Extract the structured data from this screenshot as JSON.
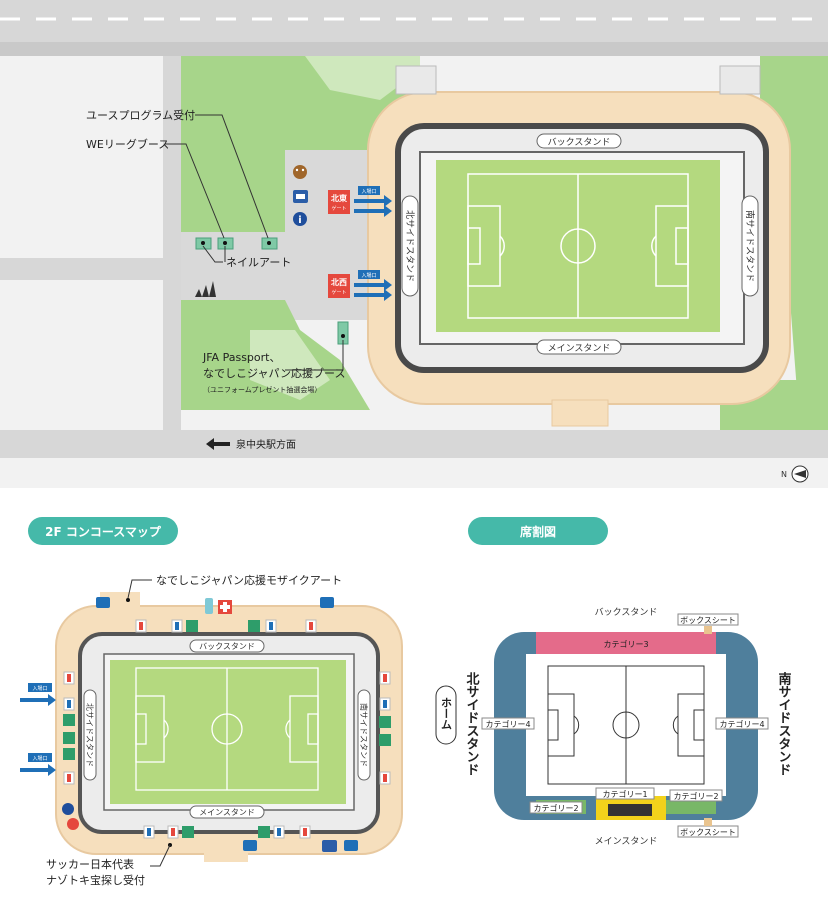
{
  "top_map": {
    "labels": {
      "youth_program": "ユースプログラム受付",
      "we_league": "WEリーグブース",
      "nail_art": "ネイルアート",
      "jfa_line1": "JFA Passport、",
      "jfa_line2": "なでしこジャパン応援ブース",
      "jfa_line3": "（ユニフォームプレゼント抽選会場）",
      "direction": "泉中央駅方面"
    },
    "stands": {
      "back": "バックスタンド",
      "main": "メインスタンド",
      "north": "北サイドスタンド",
      "south": "南サイドスタンド"
    },
    "gates": {
      "north_east": {
        "name": "北東",
        "sub": "ゲート",
        "entry": "入場口"
      },
      "north_west": {
        "name": "北西",
        "sub": "ゲート",
        "entry": "入場口"
      }
    },
    "compass": "N"
  },
  "concourse_map": {
    "title": "2F コンコースマップ",
    "mosaic_label": "なでしこジャパン応援モザイクアート",
    "entry_label": "入場口",
    "stands": {
      "back": "バックスタンド",
      "main": "メインスタンド",
      "north": "北サイドスタンド",
      "south": "南サイドスタンド"
    },
    "treasure_line1": "サッカー日本代表",
    "treasure_line2": "ナゾトキ宝探し受付"
  },
  "seat_map": {
    "title": "席割図",
    "back_stand": "バックスタンド",
    "main_stand": "メインスタンド",
    "north_side": "北サイドスタンド",
    "south_side": "南サイドスタンド",
    "home": "ホーム",
    "box_seat": "ボックスシート",
    "cat1": "カテゴリー1",
    "cat2": "カテゴリー2",
    "cat3": "カテゴリー3",
    "cat4": "カテゴリー4"
  },
  "colors": {
    "green": "#a7d58a",
    "pitch": "#b4d97f",
    "road": "#d8d8d8",
    "teal": "#45b9a9",
    "blue": "#1f6fb7",
    "gate_red": "#e5483d",
    "seat_blue": "#4f7f9c",
    "seat_pink": "#e46b8a",
    "seat_yellow": "#f2d21b",
    "seat_green": "#78b767"
  }
}
